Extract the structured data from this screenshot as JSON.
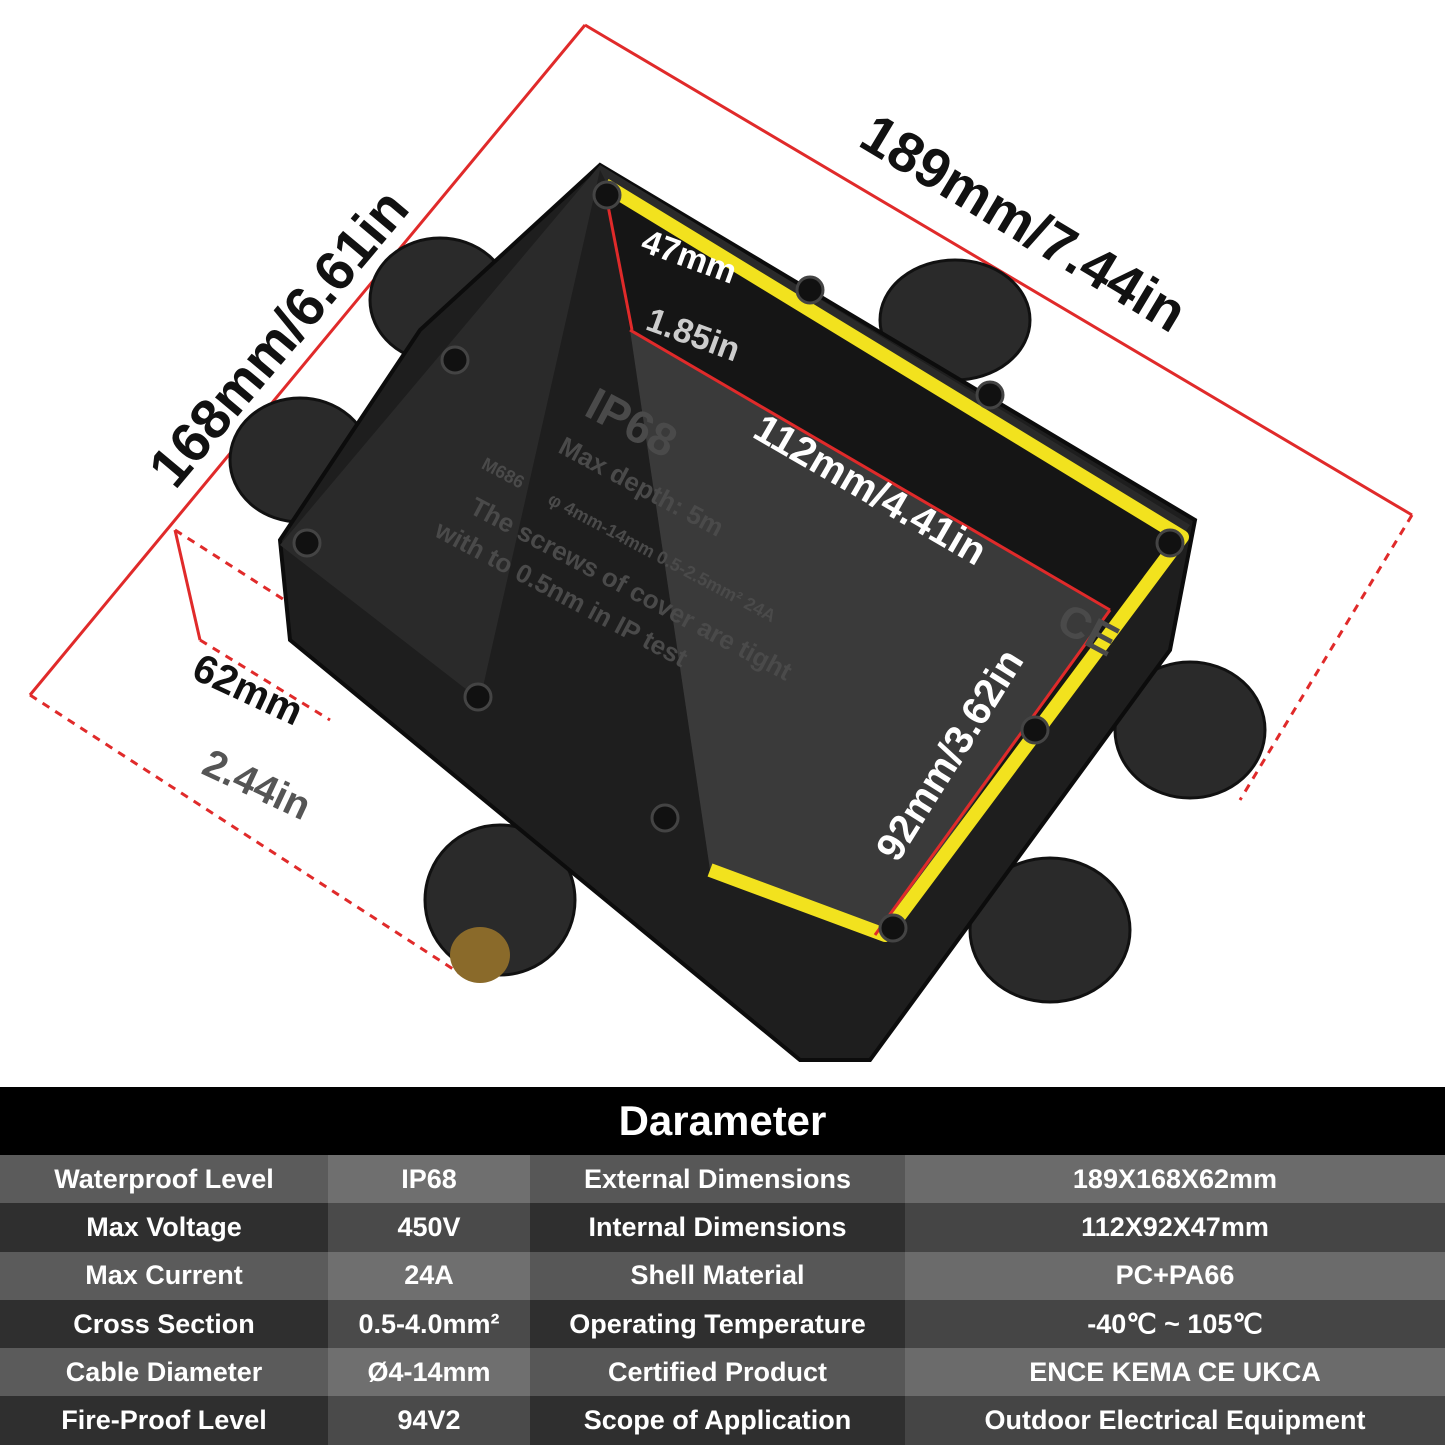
{
  "dimensions": {
    "length": "189mm/7.44in",
    "width": "168mm/6.61in",
    "height_mm": "62mm",
    "height_in": "2.44in",
    "inner_depth_mm": "47mm",
    "inner_depth_in": "1.85in",
    "inner_length": "112mm/4.41in",
    "inner_width": "92mm/3.62in"
  },
  "imprint": {
    "ip": "IP68",
    "depth": "Max depth: 5m",
    "model": "M686",
    "spec": "φ 4mm-14mm  0.5-2.5mm²  24A",
    "line1": "The screws of cover are tight",
    "line2": "with to 0.5nm in IP test",
    "ce": "CE"
  },
  "colors": {
    "outline": "#f2e21e",
    "dimension": "#e02a2a",
    "body": "#1e1e1e"
  },
  "table": {
    "title": "Darameter",
    "rows": [
      [
        "Waterproof Level",
        "IP68",
        "External Dimensions",
        "189X168X62mm"
      ],
      [
        "Max Voltage",
        "450V",
        "Internal Dimensions",
        "112X92X47mm"
      ],
      [
        "Max Current",
        "24A",
        "Shell Material",
        "PC+PA66"
      ],
      [
        "Cross Section",
        "0.5-4.0mm²",
        "Operating Temperature",
        "-40℃ ~ 105℃"
      ],
      [
        "Cable Diameter",
        "Ø4-14mm",
        "Certified Product",
        "ENCE KEMA CE UKCA"
      ],
      [
        "Fire-Proof Level",
        "94V2",
        "Scope of Application",
        "Outdoor Electrical Equipment"
      ]
    ]
  }
}
